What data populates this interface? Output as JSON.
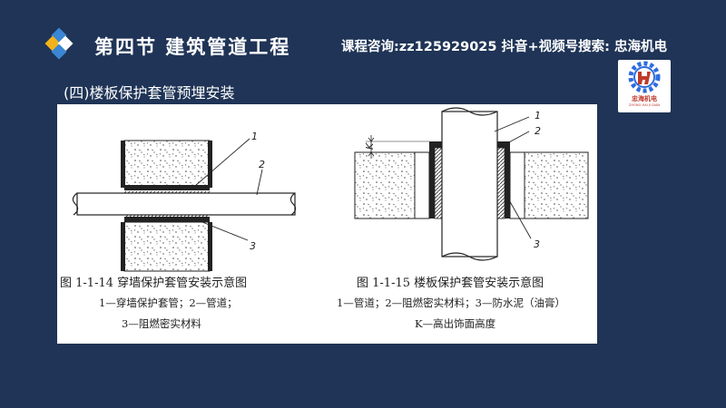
{
  "header": {
    "section_title": "第四节  建筑管道工程",
    "contact": "课程咨询:zz125929025  抖音+视频号搜索: 忠海机电"
  },
  "subtitle": "(四)楼板保护套管预埋安装",
  "brand": {
    "name": "忠海机电",
    "sub": "ZHONG HAI JI DIAN",
    "colors": {
      "primary": "#c0392b",
      "accent": "#2d6cdf"
    }
  },
  "figure_left": {
    "caption_title": "图 1-1-14    穿墙保护套管安装示意图",
    "note_line1": "1—穿墙保护套管；2—管道；",
    "note_line2": "3—阻燃密实材料",
    "callouts": [
      "1",
      "2",
      "3"
    ]
  },
  "figure_right": {
    "caption_title": "图 1-1-15    楼板保护套管安装示意图",
    "note_line1": "1—管道；2—阻燃密实材料；3—防水泥（油膏）",
    "note_line2": "K—高出饰面高度",
    "callouts": [
      "1",
      "2",
      "3"
    ],
    "dimension_label": "K"
  },
  "theme": {
    "background": "#1f3456",
    "panel": "#ffffff"
  }
}
